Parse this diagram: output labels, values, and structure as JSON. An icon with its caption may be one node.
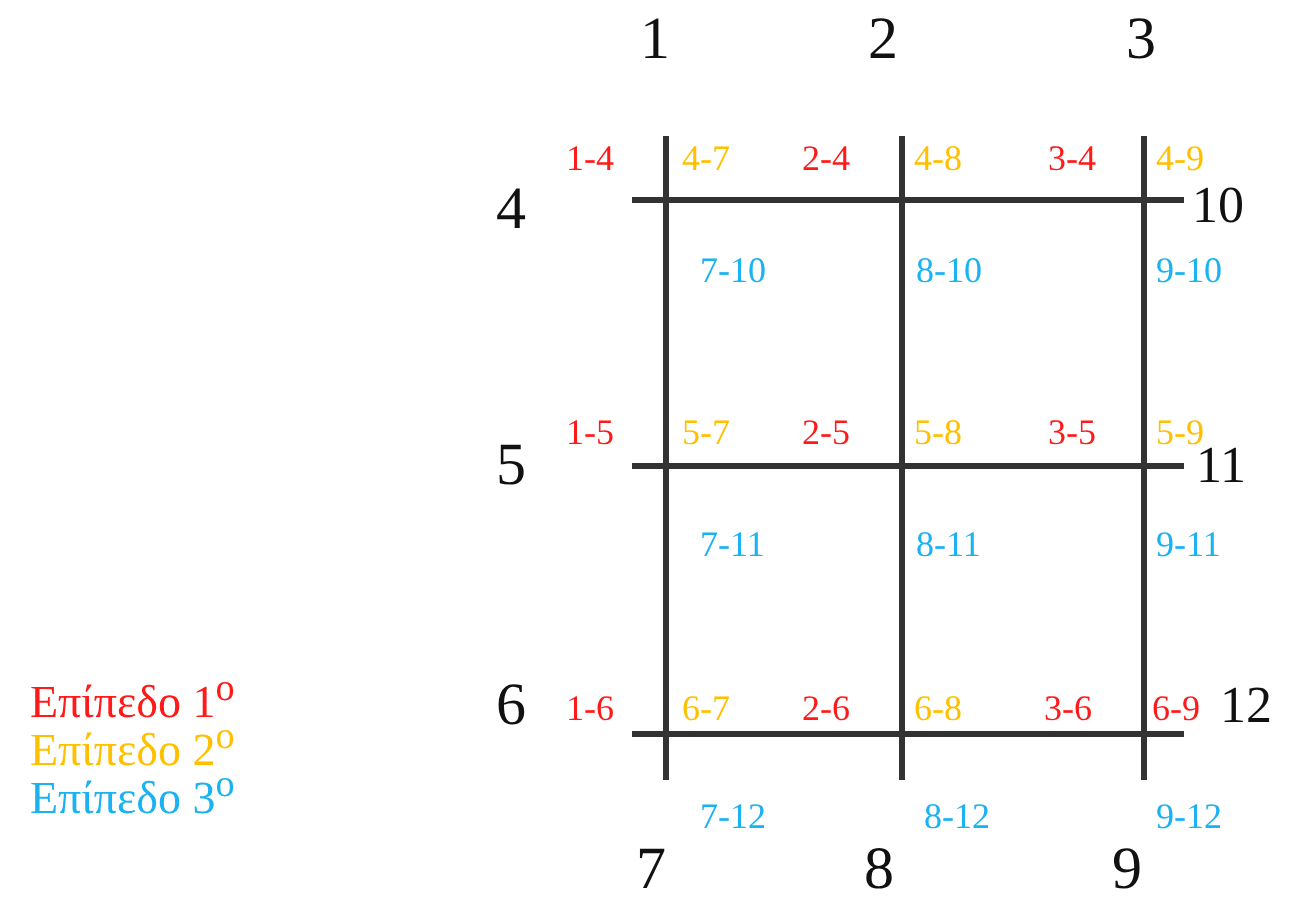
{
  "diagram": {
    "labels": [
      "1",
      "2",
      "3",
      "1-4",
      "4-7",
      "2-4",
      "4-8",
      "3-4",
      "4-9",
      "4",
      "10",
      "7-10",
      "8-10",
      "9-10",
      "1-5",
      "5-7",
      "2-5",
      "5-8",
      "3-5",
      "5-9",
      "5",
      "11",
      "7-11",
      "8-11",
      "9-11",
      "6",
      "1-6",
      "6-7",
      "2-6",
      "6-8",
      "3-6",
      "6-9",
      "12",
      "7-12",
      "8-12",
      "9-12",
      "7",
      "8",
      "9"
    ],
    "legend": [
      {
        "text": "Επίπεδο 1$^{ο}$",
        "color": "#ff1a1a"
      },
      {
        "text": "Επίπεδο 2$^{ο}$",
        "color": "#ffc000"
      },
      {
        "text": "Επίπεδο 3$^{ο}$",
        "color": "#1ab2f0"
      }
    ]
  }
}
